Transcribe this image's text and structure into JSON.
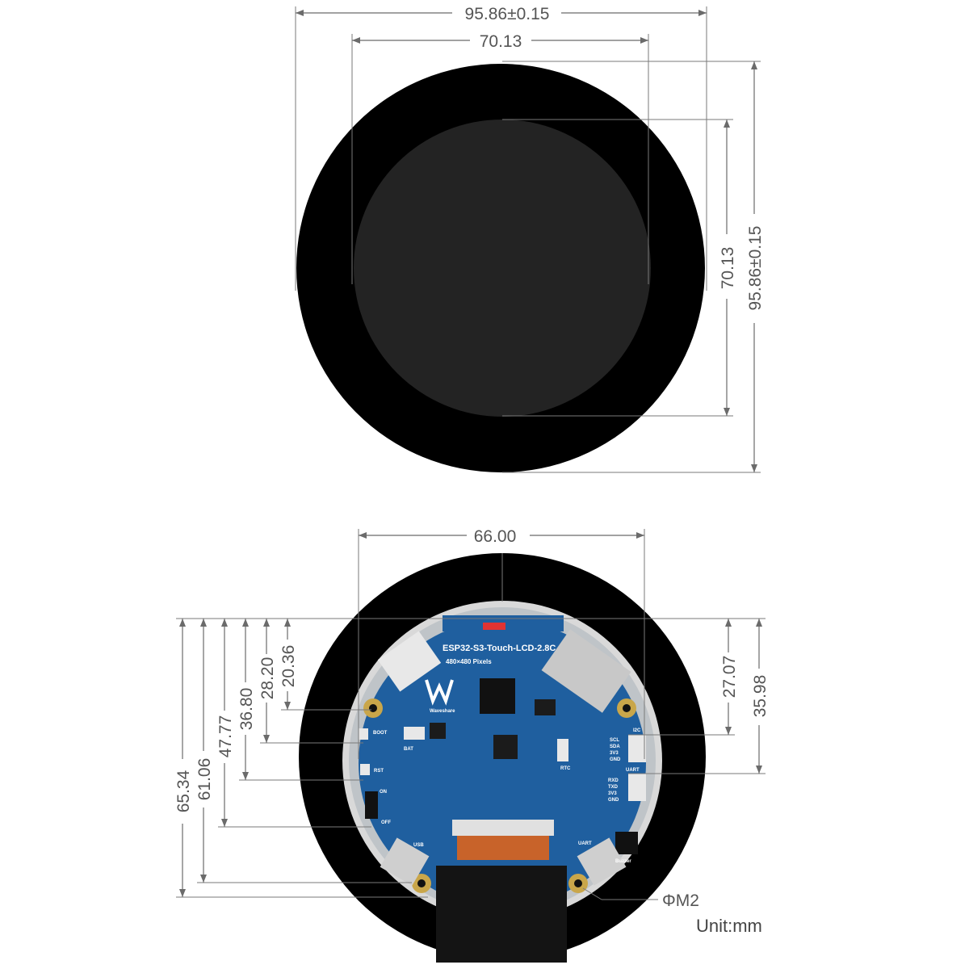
{
  "top_view": {
    "outer_width": "95.86±0.15",
    "display_width": "70.13",
    "display_height": "70.13",
    "outer_height": "95.86±0.15"
  },
  "bottom_view": {
    "hole_spacing": "66.00",
    "left_dims": [
      "65.34",
      "61.06",
      "47.77",
      "36.80",
      "28.20",
      "20.36"
    ],
    "right_dims": [
      "27.07",
      "35.98"
    ],
    "hole_label": "ΦM2",
    "unit_label": "Unit:mm"
  },
  "board": {
    "model": "ESP32-S3-Touch-LCD-2.8C",
    "resolution": "480×480 Pixels",
    "brand": "Waveshare",
    "labels": {
      "boot": "BOOT",
      "bat": "BAT",
      "rst": "RST",
      "on": "ON",
      "off": "OFF",
      "usb": "USB",
      "uart": "UART",
      "i2c": "I2C",
      "rtc": "RTC",
      "buzzer": "Buzzer",
      "scl": "SCL",
      "sda": "SDA",
      "v33": "3V3",
      "gnd": "GND",
      "rxd": "RXD",
      "txd": "TXD"
    }
  },
  "colors": {
    "bezel": "#000000",
    "display": "#232323",
    "pcb": "#1f5f9f"
  }
}
